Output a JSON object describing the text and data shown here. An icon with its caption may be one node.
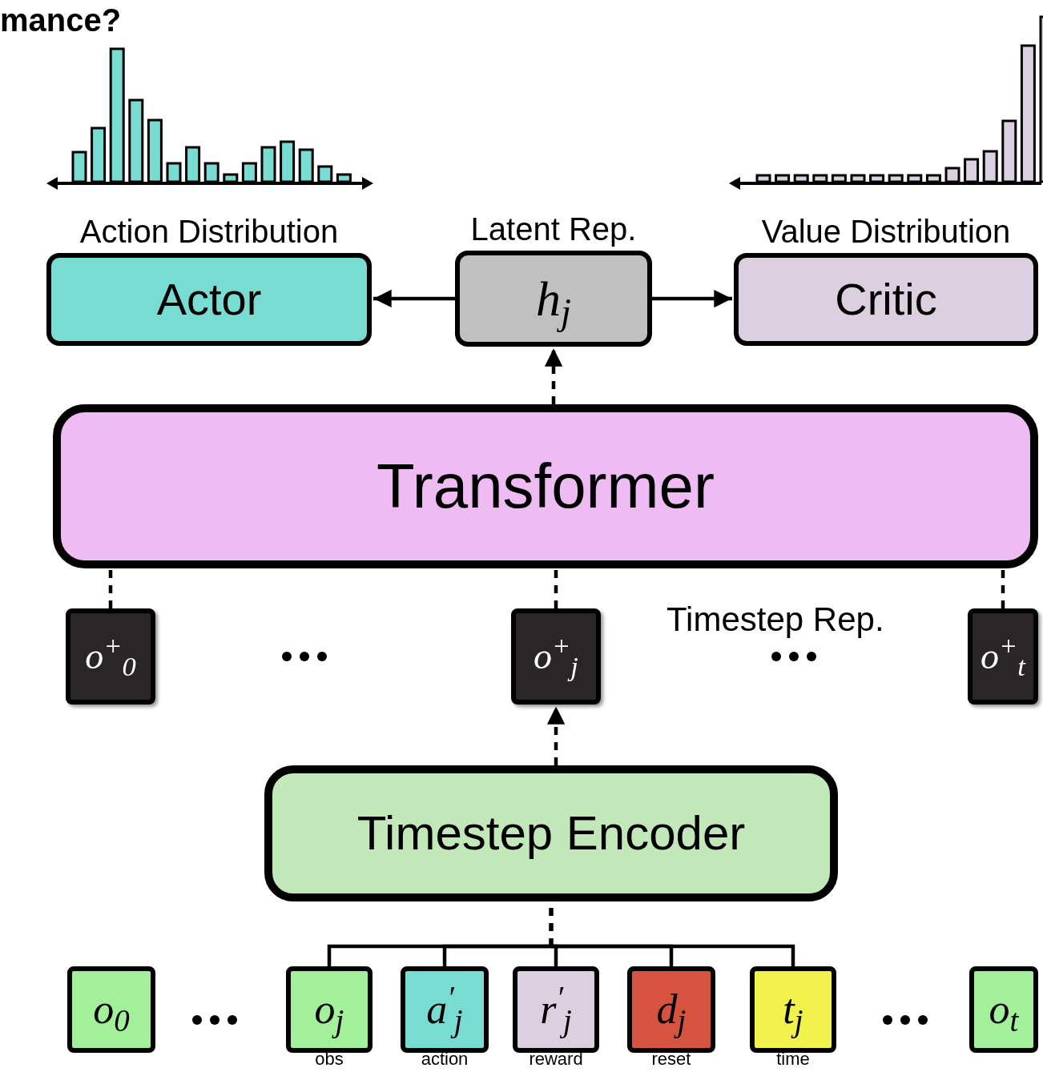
{
  "diagram": {
    "nodes": [
      {
        "text": [
          "Action Distribution",
          "Actor"
        ]
      },
      {
        "text": [
          "Latent Rep.",
          "h$_{j}$"
        ]
      },
      {
        "text": [
          "Value Distribution",
          "Critic"
        ]
      },
      {
        "text": [
          "Transformer"
        ]
      },
      {
        "text": [
          "o$^{+}$$_{0}$"
        ]
      },
      {
        "text": [
          "o$^{+}$$_{j}$"
        ]
      },
      {
        "text": [
          "o$^{+}$$_{t}$"
        ]
      },
      {
        "text": [
          "Timestep Encoder"
        ]
      },
      {
        "text": [
          "o$_{0}$"
        ]
      },
      {
        "text": [
          "o$_{j}$"
        ],
        "beside": [
          "obs"
        ]
      },
      {
        "text": [
          "a$^{′}$$_{j}$"
        ],
        "beside": [
          "action"
        ]
      },
      {
        "text": [
          "r$^{′}$$_{j}$"
        ],
        "beside": [
          "reward"
        ]
      },
      {
        "text": [
          "d$_{j}$"
        ],
        "beside": [
          "reset"
        ]
      },
      {
        "text": [
          "t$_{j}$"
        ],
        "beside": [
          "time"
        ]
      },
      {
        "text": [
          "o$_{t}$"
        ]
      }
    ],
    "edges": [
      {
        "from": 1,
        "to": 0,
        "arrow": "to"
      },
      {
        "from": 1,
        "to": 2,
        "arrow": "to"
      },
      {
        "from": 3,
        "to": 1,
        "arrow": "to",
        "style": "dashed"
      },
      {
        "from": 4,
        "to": 3,
        "arrow": "none",
        "style": "dashed"
      },
      {
        "from": 5,
        "to": 3,
        "arrow": "none",
        "style": "dashed"
      },
      {
        "from": 6,
        "to": 3,
        "arrow": "none",
        "style": "dashed"
      },
      {
        "from": 7,
        "to": 5,
        "arrow": "to",
        "style": "dashed"
      },
      {
        "from": 9,
        "to": 7,
        "arrow": "none",
        "style": "dashed"
      },
      {
        "from": 10,
        "to": 7,
        "arrow": "none",
        "style": "dashed"
      },
      {
        "from": 11,
        "to": 7,
        "arrow": "none",
        "style": "dashed"
      },
      {
        "from": 12,
        "to": 7,
        "arrow": "none",
        "style": "dashed"
      },
      {
        "from": 13,
        "to": 7,
        "arrow": "none",
        "style": "dashed"
      }
    ],
    "labels": [
      "mance?",
      "Timestep Rep."
    ]
  }
}
